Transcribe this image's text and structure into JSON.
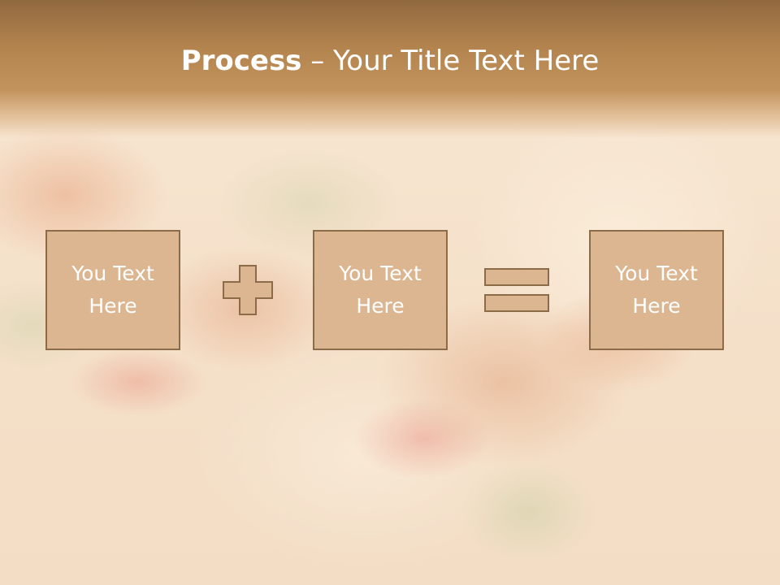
{
  "title": {
    "bold": "Process",
    "rest": " – Your Title Text Here"
  },
  "boxes": [
    {
      "label": "You Text\nHere"
    },
    {
      "label": "You Text\nHere"
    },
    {
      "label": "You Text\nHere"
    }
  ],
  "operators": {
    "first": "plus-icon",
    "second": "equals-icon"
  },
  "colors": {
    "header": "#b4844f",
    "box_fill": "#dcb690",
    "box_border": "#8c6b49",
    "text": "#ffffff"
  }
}
